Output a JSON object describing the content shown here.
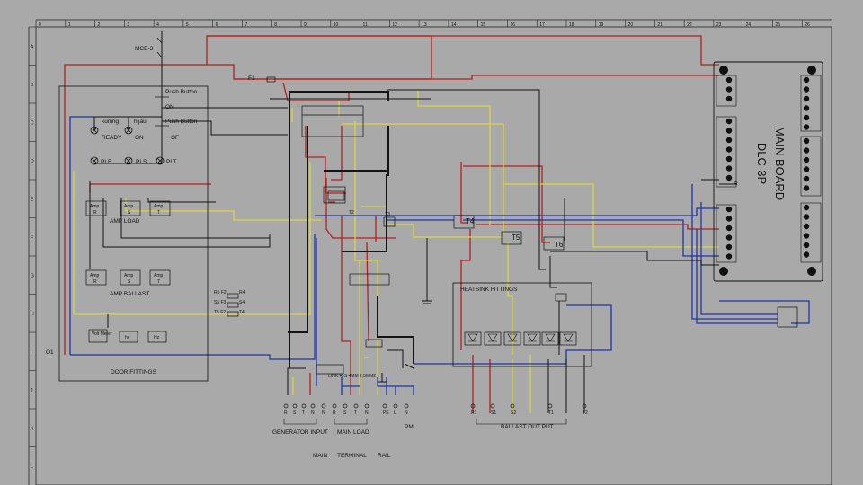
{
  "grid": {
    "columns": [
      "0",
      "1",
      "2",
      "3",
      "4",
      "5",
      "6",
      "7",
      "8",
      "9",
      "10",
      "11",
      "12",
      "13",
      "14",
      "15",
      "16",
      "17",
      "18",
      "19",
      "20",
      "21",
      "22",
      "23",
      "24",
      "25",
      "26"
    ],
    "rows": [
      "A",
      "B",
      "C",
      "D",
      "E",
      "F",
      "G",
      "H",
      "I",
      "J",
      "K",
      "L"
    ]
  },
  "labels": {
    "mcb": "MCB-3",
    "push_on": "Push Button",
    "on": "ON",
    "push_off": "Push Button",
    "of": "OF",
    "kuning": "kuning",
    "hijau": "hijau",
    "ready": "READY",
    "on_lamp": "ON",
    "plr": "PLR",
    "pls": "PLS",
    "plt": "PLT",
    "amp_load": "AMP LOAD",
    "amp_ballast": "AMP BALLAST",
    "amp": "Amp",
    "amp_r": "R",
    "amp_s": "S",
    "amp_t": "T",
    "door_fittings": "DOOR FITTINGS",
    "o1": "O1",
    "volt_meter": "Volt Meter",
    "hz": "Hz",
    "hv": "hv",
    "f1": "F1",
    "r5f2": "R5 F2",
    "s5f3": "S5 F3",
    "t5f2": "T5 F2",
    "r4": "R4",
    "s4": "S4",
    "t4_small": "T4",
    "t2": "T2",
    "t3": "T3",
    "t4": "T4",
    "t5": "T5",
    "t6": "T6",
    "heatsink": "HEATSINK FITTINGS",
    "generator_input": "GENERATOR INPUT",
    "main_load": "MAIN LOAD",
    "main": "MAIN",
    "terminal": "TERMINAL",
    "rail": "RAIL",
    "pm": "PM",
    "ballast_out_put": "BALLAST OUT PUT",
    "link": "LINK R-S 4MM 2.5MM2",
    "main_board": "MAIN BOARD",
    "dlc": "DLC-3P",
    "r_mark": "R"
  },
  "terminals": {
    "gen": [
      "R",
      "S",
      "T",
      "N"
    ],
    "load": [
      "N",
      "R",
      "S",
      "T",
      "N"
    ],
    "rail": [
      "PE",
      "L",
      "N"
    ],
    "ballast": [
      "R1",
      "S1",
      "S2",
      "T1",
      "T2"
    ]
  },
  "colors": {
    "red": "#b81e1e",
    "yellow": "#d9d54a",
    "blue": "#1f36a8",
    "black": "#141414",
    "frame": "#222222"
  }
}
